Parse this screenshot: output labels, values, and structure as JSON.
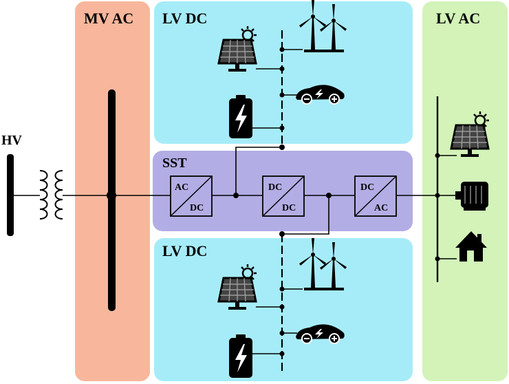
{
  "labels": {
    "mv_ac": "MV AC",
    "lv_dc_top": "LV DC",
    "lv_ac": "LV AC",
    "hv": "HV",
    "sst": "SST",
    "lv_dc_bottom": "LV DC"
  },
  "converters": {
    "ac_dc": {
      "top": "AC",
      "bottom": "DC"
    },
    "dc_dc": {
      "top": "DC",
      "bottom": "DC"
    },
    "dc_ac": {
      "top": "DC",
      "bottom": "AC"
    }
  },
  "colors": {
    "mv_region": "#f8b79c",
    "lv_dc_region": "#a6ecf8",
    "lv_ac_region": "#d3f3b9",
    "sst_region": "#b2ade4",
    "line": "#000000"
  },
  "icons": [
    "solar-panel-icon",
    "wind-turbine-icon",
    "battery-icon",
    "electric-car-icon",
    "motor-icon",
    "house-icon",
    "transformer-icon"
  ]
}
